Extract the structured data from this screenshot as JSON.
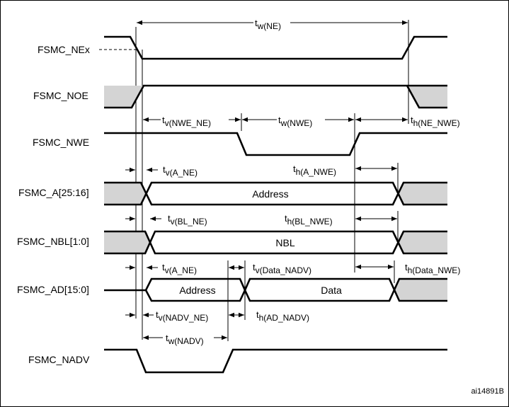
{
  "signals": {
    "ne": "FSMC_NEx",
    "noe": "FSMC_NOE",
    "nwe": "FSMC_NWE",
    "addr": "FSMC_A[25:16]",
    "nbl": "FSMC_NBL[1:0]",
    "ad": "FSMC_AD[15:0]",
    "nadv": "FSMC_NADV"
  },
  "bus_values": {
    "addr": "Address",
    "nbl": "NBL",
    "ad_address": "Address",
    "ad_data": "Data"
  },
  "timings": {
    "tw_ne": {
      "base": "t",
      "sub": "w(NE)"
    },
    "tv_nwe_ne": {
      "base": "t",
      "sub": "v(NWE_NE)"
    },
    "tw_nwe": {
      "base": "t",
      "sub": "w(NWE)"
    },
    "th_ne_nwe": {
      "base": "t",
      "sub": "h(NE_NWE)"
    },
    "tv_a_ne": {
      "base": "t",
      "sub": "v(A_NE)"
    },
    "th_a_nwe": {
      "base": "t",
      "sub": "h(A_NWE)"
    },
    "tv_bl_ne": {
      "base": "t",
      "sub": "v(BL_NE)"
    },
    "th_bl_nwe": {
      "base": "t",
      "sub": "h(BL_NWE)"
    },
    "tv_a_ne_2": {
      "base": "t",
      "sub": "v(A_NE)"
    },
    "tv_data_nadv": {
      "base": "t",
      "sub": "v(Data_NADV)"
    },
    "th_data_nwe": {
      "base": "t",
      "sub": "h(Data_NWE)"
    },
    "tv_nadv_ne": {
      "base": "t",
      "sub": "v(NADV_NE)"
    },
    "th_ad_nadv": {
      "base": "t",
      "sub": "h(AD_NADV)"
    },
    "tw_nadv": {
      "base": "t",
      "sub": "w(NADV)"
    }
  },
  "figure_id": "ai14891B"
}
